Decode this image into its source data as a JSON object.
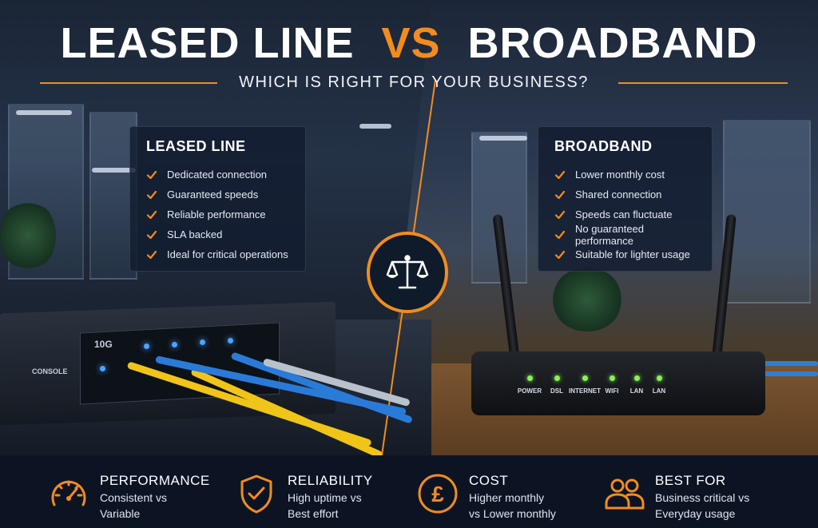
{
  "title": {
    "left": "LEASED LINE",
    "vs": "VS",
    "right": "BROADBAND",
    "subtitle": "WHICH IS RIGHT FOR YOUR BUSINESS?"
  },
  "colors": {
    "accent": "#f28c1e",
    "panel_bg": "#121c30",
    "bottom_bar": "#0c1424"
  },
  "leased_panel": {
    "heading": "LEASED LINE",
    "items": [
      "Dedicated connection",
      "Guaranteed speeds",
      "Reliable performance",
      "SLA backed",
      "Ideal for critical operations"
    ]
  },
  "broadband_panel": {
    "heading": "BROADBAND",
    "items": [
      "Lower monthly cost",
      "Shared connection",
      "Speeds can fluctuate",
      "No guaranteed performance",
      "Suitable for lighter usage"
    ]
  },
  "center_icon": "scales-icon",
  "switch_labels": {
    "speed": "10G",
    "console": "CONSOLE"
  },
  "router_leds": [
    "POWER",
    "DSL",
    "INTERNET",
    "WIFI",
    "LAN",
    "LAN"
  ],
  "features": [
    {
      "icon": "speedometer-icon",
      "heading": "PERFORMANCE",
      "line1": "Consistent vs",
      "line2": "Variable"
    },
    {
      "icon": "shield-check-icon",
      "heading": "RELIABILITY",
      "line1": "High uptime vs",
      "line2": "Best effort"
    },
    {
      "icon": "pound-icon",
      "heading": "COST",
      "line1": "Higher monthly",
      "line2": "vs Lower monthly"
    },
    {
      "icon": "users-icon",
      "heading": "BEST FOR",
      "line1": "Business critical vs",
      "line2": "Everyday usage"
    }
  ]
}
